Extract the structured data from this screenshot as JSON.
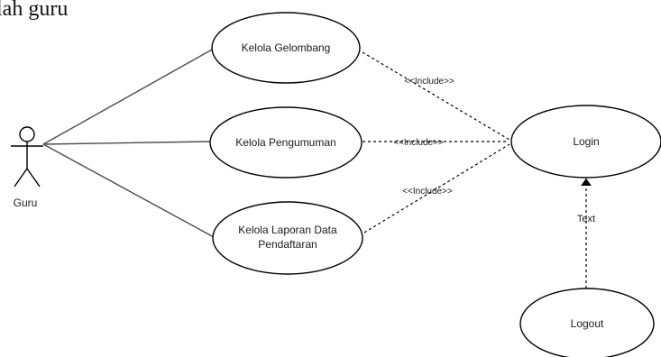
{
  "top_caption": "lah guru",
  "actor": {
    "name": "Guru"
  },
  "use_cases": [
    {
      "id": "kelola-gelombang",
      "lines": [
        "Kelola Gelombang"
      ]
    },
    {
      "id": "kelola-pengumuman",
      "lines": [
        "Kelola Pengumuman"
      ]
    },
    {
      "id": "kelola-laporan",
      "lines": [
        "Kelola Laporan Data",
        "Pendaftaran"
      ]
    },
    {
      "id": "login",
      "lines": [
        "Login"
      ]
    },
    {
      "id": "logout",
      "lines": [
        "Logout"
      ]
    }
  ],
  "relations": {
    "include_label": "<<Include>>",
    "logout_edge_label": "Text"
  },
  "colors": {
    "stroke": "#000000",
    "association": "#4d4d4d",
    "text": "#1a1a1a",
    "background": "#ffffff"
  }
}
